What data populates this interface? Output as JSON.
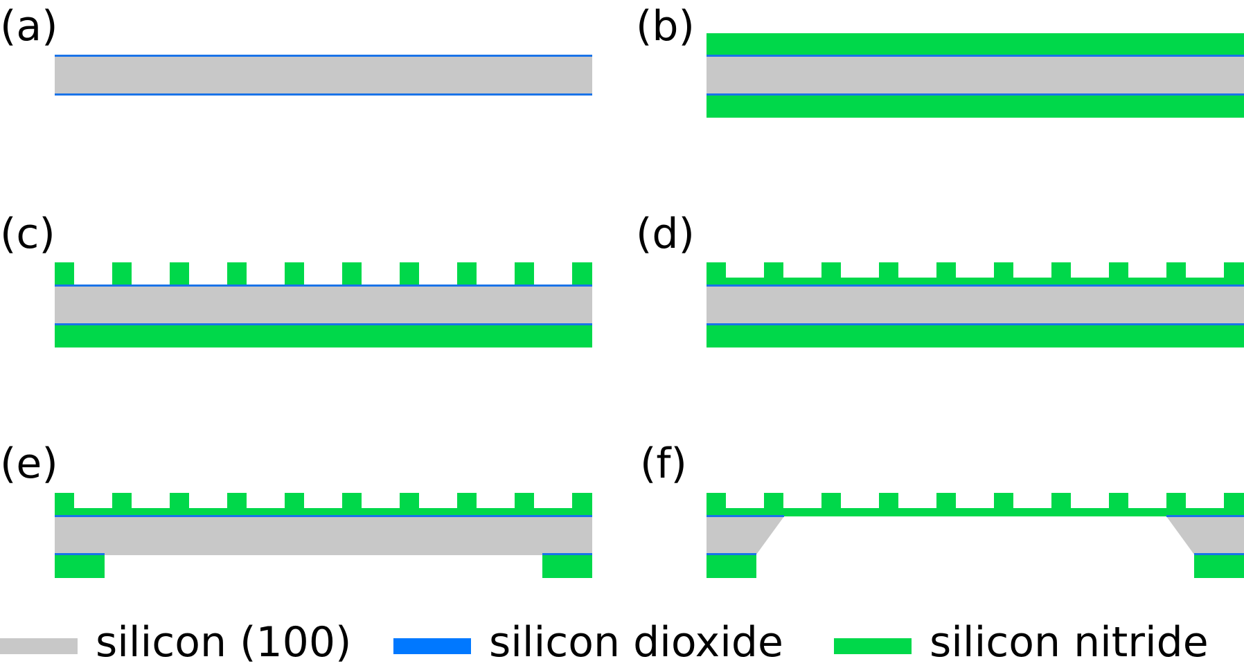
{
  "panels": [
    {
      "label": "(a)",
      "description_id": "oxidized-wafer"
    },
    {
      "label": "(b)",
      "description_id": "nitride-deposited"
    },
    {
      "label": "(c)",
      "description_id": "nitride-patterned-top"
    },
    {
      "label": "(d)",
      "description_id": "nitride-redeposited"
    },
    {
      "label": "(e)",
      "description_id": "backside-window-opened"
    },
    {
      "label": "(f)",
      "description_id": "silicon-etched-membrane"
    }
  ],
  "legend": [
    {
      "label": "silicon (100)",
      "color": "#c8c8c8"
    },
    {
      "label": "silicon dioxide",
      "color": "#0078ff"
    },
    {
      "label": "silicon nitride",
      "color": "#00d84a"
    }
  ],
  "colors": {
    "silicon": "#c8c8c8",
    "oxide": "#1a73e8",
    "nitride": "#00d84a"
  }
}
